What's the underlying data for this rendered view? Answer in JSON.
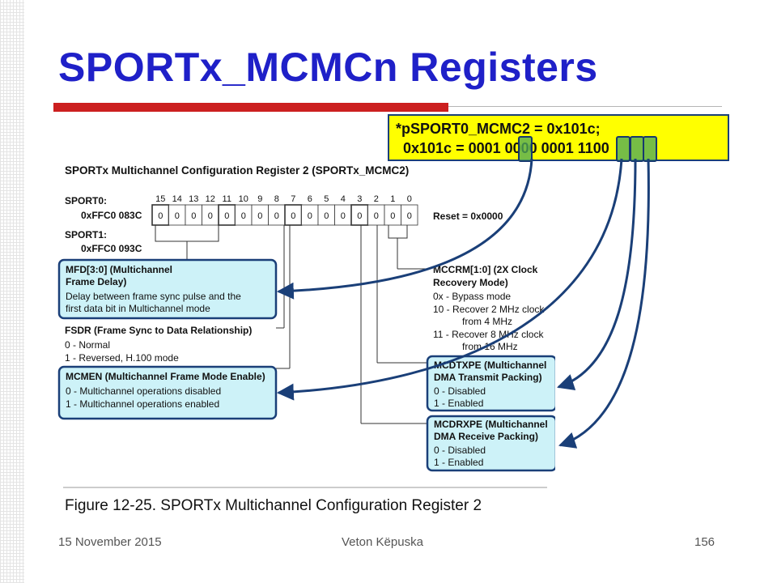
{
  "slide": {
    "title": "SPORTx_MCMCn Registers",
    "accent_color": "#1f20c8",
    "bar_color": "#cc1f1f"
  },
  "callout": {
    "line1": "*pSPORT0_MCMC2 = 0x101c;",
    "line2": "0x101c = 0001 0000 0001 1100",
    "background": "#ffff00"
  },
  "figure": {
    "heading": "SPORTx Multichannel Configuration Register 2 (SPORTx_MCMC2)",
    "sport0_label": "SPORT0:",
    "sport0_addr": "0xFFC0 083C",
    "sport1_label": "SPORT1:",
    "sport1_addr": "0xFFC0 093C",
    "bit_numbers": [
      "15",
      "14",
      "13",
      "12",
      "11",
      "10",
      "9",
      "8",
      "7",
      "6",
      "5",
      "4",
      "3",
      "2",
      "1",
      "0"
    ],
    "bit_values": [
      "0",
      "0",
      "0",
      "0",
      "0",
      "0",
      "0",
      "0",
      "0",
      "0",
      "0",
      "0",
      "0",
      "0",
      "0",
      "0"
    ],
    "reset": "Reset = 0x0000",
    "mfd": {
      "title1": "MFD[3:0] (Multichannel",
      "title2": "Frame Delay)",
      "desc1": "Delay between frame sync pulse and the",
      "desc2": "first data bit in Multichannel mode"
    },
    "fsdr": {
      "title": "FSDR (Frame Sync to Data Relationship)",
      "opt1": "0 - Normal",
      "opt2": "1 - Reversed, H.100 mode"
    },
    "mcmen": {
      "title": "MCMEN (Multichannel Frame Mode Enable)",
      "opt1": "0 - Multichannel operations disabled",
      "opt2": "1 - Multichannel operations enabled"
    },
    "mccrm": {
      "title1": "MCCRM[1:0] (2X Clock",
      "title2": "Recovery Mode)",
      "opt1": "0x - Bypass mode",
      "opt2a": "10 - Recover 2 MHz clock",
      "opt2b": "from 4 MHz",
      "opt3a": "11 - Recover 8 MHz clock",
      "opt3b": "from 16 MHz"
    },
    "mcdtxpe": {
      "title1": "MCDTXPE (Multichannel",
      "title2": "DMA Transmit Packing)",
      "opt1": "0 - Disabled",
      "opt2": "1 - Enabled"
    },
    "mcdrxpe": {
      "title1": "MCDRXPE (Multichannel",
      "title2": "DMA Receive Packing)",
      "opt1": "0 - Disabled",
      "opt2": "1 - Enabled"
    },
    "caption": "Figure 12-25. SPORTx Multichannel Configuration Register 2"
  },
  "footer": {
    "date": "15 November 2015",
    "author": "Veton Këpuska",
    "page": "156"
  }
}
